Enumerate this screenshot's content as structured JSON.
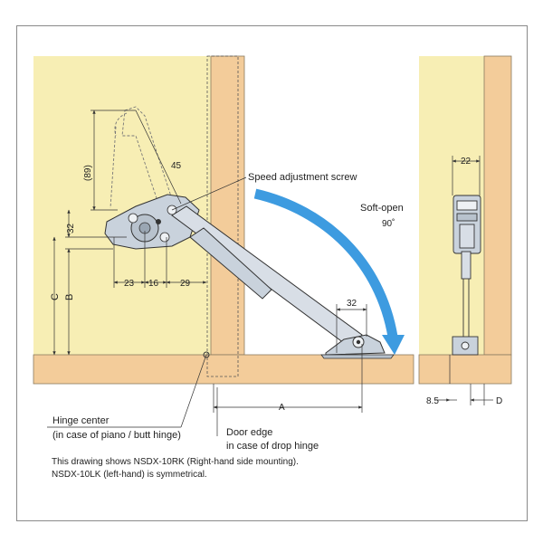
{
  "labels": {
    "speed_adjustment_screw": "Speed adjustment screw",
    "soft_open": "Soft-open",
    "angle": "90˚",
    "hinge_center": "Hinge center",
    "hinge_center_note": "(in case of piano / butt hinge)",
    "door_edge": "Door edge",
    "door_edge_note": "in case of drop hinge"
  },
  "dimensions": {
    "d89": "(89)",
    "d45": "45",
    "d32_vert": "32",
    "dC": "C",
    "dB": "B",
    "d23": "23",
    "d16": "16",
    "d29": "29",
    "d32_horiz": "32",
    "dA": "A",
    "d22": "22",
    "d8_5": "8.5",
    "dD": "D"
  },
  "notes": {
    "line1": "This drawing shows NSDX-10RK (Right-hand side mounting).",
    "line2": "NSDX-10LK (left-hand)  is symmetrical."
  },
  "colors": {
    "cabinet": "#f7eeb4",
    "wood": "#f3cc9a",
    "arrow": "#3d9be0",
    "metal": "#c9d2dc"
  }
}
